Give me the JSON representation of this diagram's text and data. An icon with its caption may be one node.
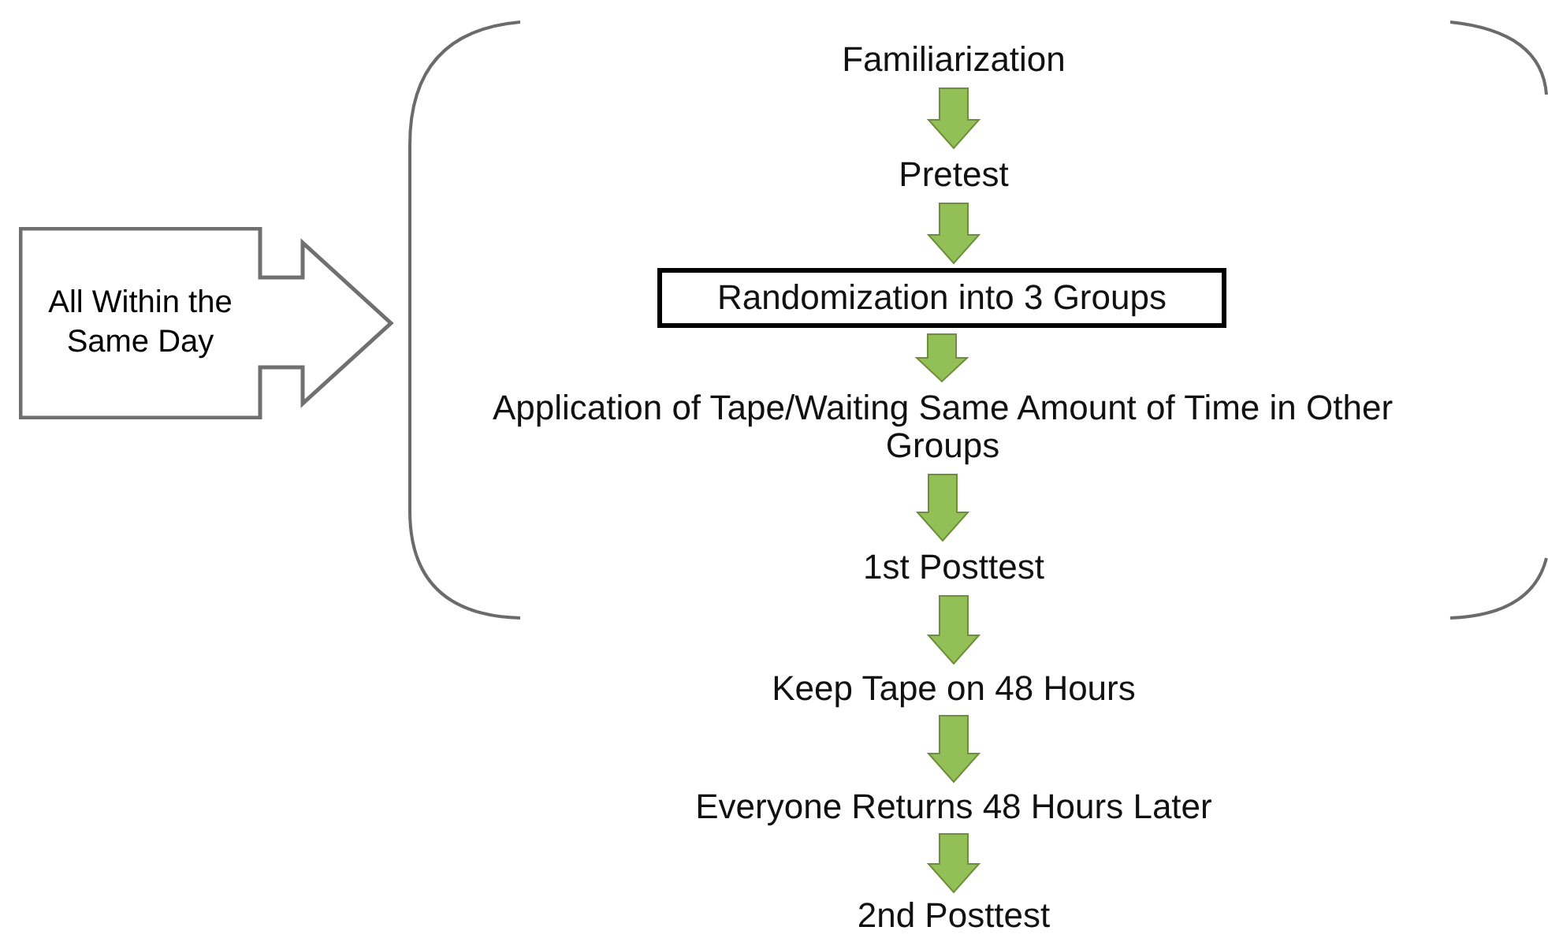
{
  "diagram": {
    "nodes": [
      {
        "text": [
          "All Within the Same Day"
        ]
      },
      {
        "text": [],
        "shape": "bracket"
      },
      {
        "text": [
          "Familiarization"
        ],
        "in": 1
      },
      {
        "text": [
          "Pretest"
        ],
        "in": 1
      },
      {
        "text": [
          "Randomization into 3 Groups"
        ],
        "in": 1
      },
      {
        "text": [
          "Application of Tape/Waiting Same Amount of Time in Other Groups"
        ],
        "in": 1
      },
      {
        "text": [
          "1st Posttest"
        ],
        "in": 1
      },
      {
        "text": [
          "Keep Tape on 48 Hours"
        ]
      },
      {
        "text": [
          "Everyone Returns 48 Hours Later"
        ]
      },
      {
        "text": [
          "2nd Posttest"
        ]
      }
    ],
    "edges": [
      {
        "from": 2,
        "to": 3,
        "arrow": "to",
        "style": "thick",
        "color": "#92c057"
      },
      {
        "from": 3,
        "to": 4,
        "arrow": "to",
        "style": "thick",
        "color": "#92c057"
      },
      {
        "from": 4,
        "to": 5,
        "arrow": "to",
        "style": "thick",
        "color": "#92c057"
      },
      {
        "from": 5,
        "to": 6,
        "arrow": "to",
        "style": "thick",
        "color": "#92c057"
      },
      {
        "from": 6,
        "to": 7,
        "arrow": "to",
        "style": "thick",
        "color": "#92c057"
      },
      {
        "from": 7,
        "to": 8,
        "arrow": "to",
        "style": "thick",
        "color": "#92c057"
      },
      {
        "from": 8,
        "to": 9,
        "arrow": "to",
        "style": "thick",
        "color": "#92c057"
      }
    ]
  }
}
